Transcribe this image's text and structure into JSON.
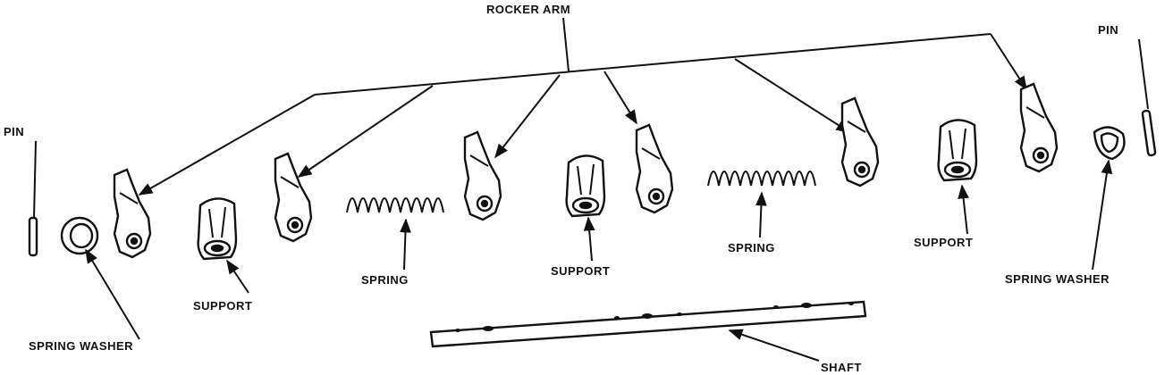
{
  "labels": {
    "rocker_arm": "ROCKER ARM",
    "pin_left": "PIN",
    "pin_right": "PIN",
    "spring_washer_left": "SPRING WASHER",
    "spring_washer_right": "SPRING WASHER",
    "support_1": "SUPPORT",
    "support_2": "SUPPORT",
    "support_3": "SUPPORT",
    "spring_1": "SPRING",
    "spring_2": "SPRING",
    "shaft": "SHAFT"
  }
}
